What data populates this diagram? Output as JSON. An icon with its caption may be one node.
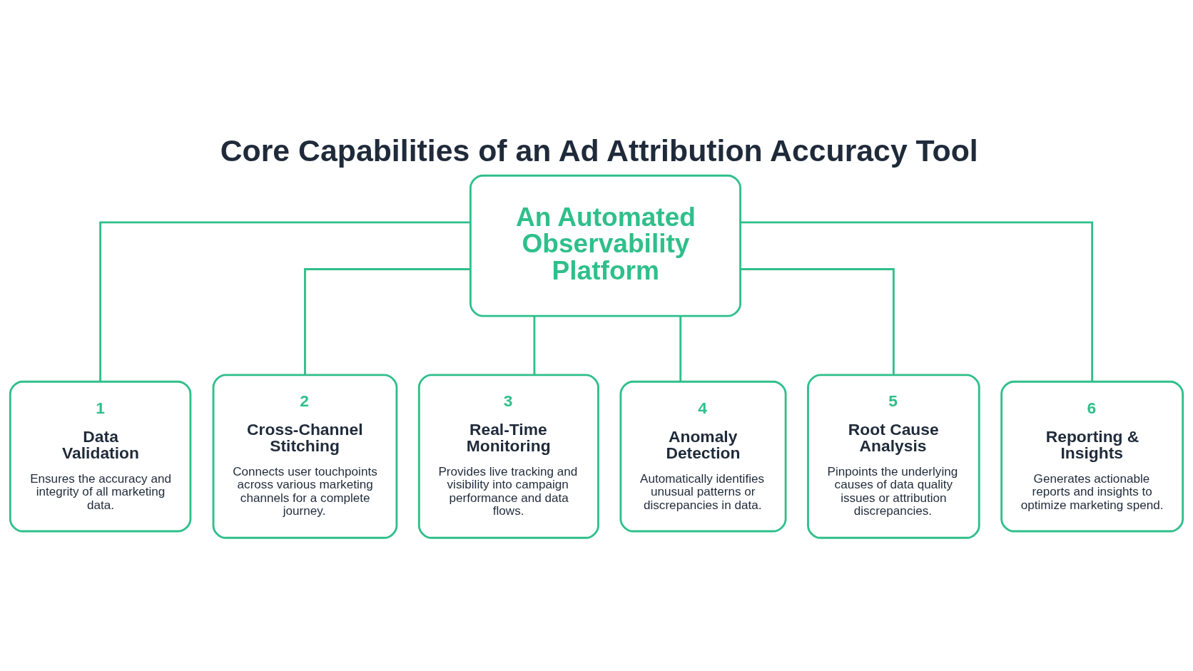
{
  "diagram": {
    "title": "Core Capabilities of an Ad Attribution Accuracy Tool",
    "nodes": [
      {
        "text": [
          "An Automated Observability Platform"
        ]
      },
      {
        "text": [
          "1",
          "Data Validation",
          "Ensures the accuracy and integrity of all marketing data."
        ]
      },
      {
        "text": [
          "2",
          "Cross-Channel Stitching",
          "Connects user touchpoints across various marketing channels for a complete journey."
        ]
      },
      {
        "text": [
          "3",
          "Real-Time Monitoring",
          "Provides live tracking and visibility into campaign performance and data flows."
        ]
      },
      {
        "text": [
          "4",
          "Anomaly Detection",
          "Automatically identifies unusual patterns or discrepancies in data."
        ]
      },
      {
        "text": [
          "5",
          "Root Cause Analysis",
          "Pinpoints the underlying causes of data quality issues or attribution discrepancies."
        ]
      },
      {
        "text": [
          "6",
          "Reporting & Insights",
          "Generates actionable reports and insights to optimize marketing spend."
        ]
      }
    ],
    "edges": [
      {
        "from": 0,
        "to": 1,
        "arrow": "none"
      },
      {
        "from": 0,
        "to": 2,
        "arrow": "none"
      },
      {
        "from": 0,
        "to": 3,
        "arrow": "none"
      },
      {
        "from": 0,
        "to": 4,
        "arrow": "none"
      },
      {
        "from": 0,
        "to": 5,
        "arrow": "none"
      },
      {
        "from": 0,
        "to": 6,
        "arrow": "none"
      }
    ]
  }
}
